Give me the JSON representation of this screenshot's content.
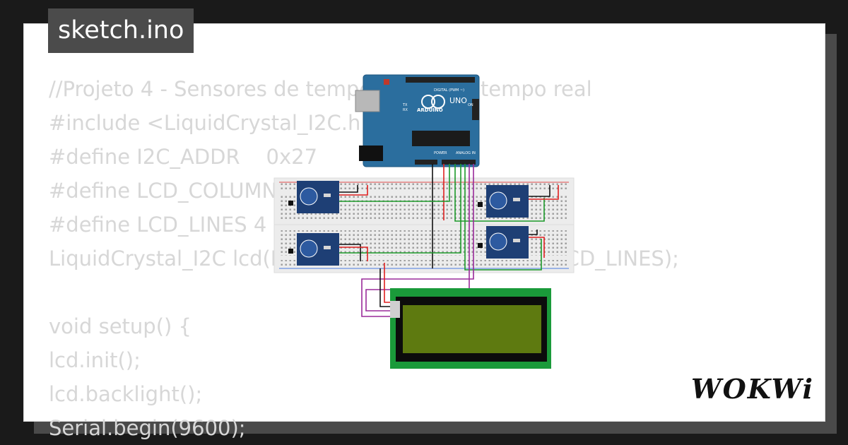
{
  "file_title": "sketch.ino",
  "code_lines": [
    "//Projeto 4 - Sensores de temperatura em tempo real",
    "#include <LiquidCrystal_I2C.h>",
    "#define I2C_ADDR    0x27",
    "#define LCD_COLUMNS 20",
    "#define LCD_LINES 4",
    "LiquidCrystal_I2C lcd(I2C_ADDR, LCD_COLUMNS, LCD_LINES);",
    "",
    "void setup() {",
    "lcd.init();",
    "lcd.backlight();",
    "Serial.begin(9600);"
  ],
  "brand": "WOKWi",
  "board": {
    "name": "UNO",
    "maker": "ARDUINO",
    "digital_label": "DIGITAL (PWM ~)",
    "analog_label": "ANALOG IN",
    "power_label": "POWER",
    "on_label": "ON",
    "tx_label": "TX",
    "rx_label": "RX"
  },
  "colors": {
    "board": "#2b6e9e",
    "breadboard": "#f0f0f0",
    "lcd_pcb": "#1a9a3a",
    "lcd_screen": "#5e7a10",
    "wire_red": "#e02020",
    "wire_black": "#111111",
    "wire_green": "#1c9a2a",
    "wire_purple": "#9a2a9a",
    "sensor_module": "#1e3f75"
  }
}
